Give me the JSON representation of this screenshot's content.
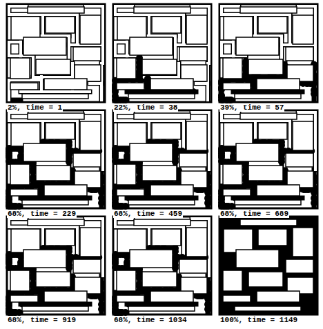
{
  "diagram": {
    "labels": [
      "2%, time = 1",
      "22%, time = 38",
      "39%, time = 57",
      "68%, time = 229",
      "68%, time = 459",
      "68%, time = 689",
      "68%, time = 919",
      "68%, time = 1034",
      "100%, time = 1149"
    ]
  }
}
